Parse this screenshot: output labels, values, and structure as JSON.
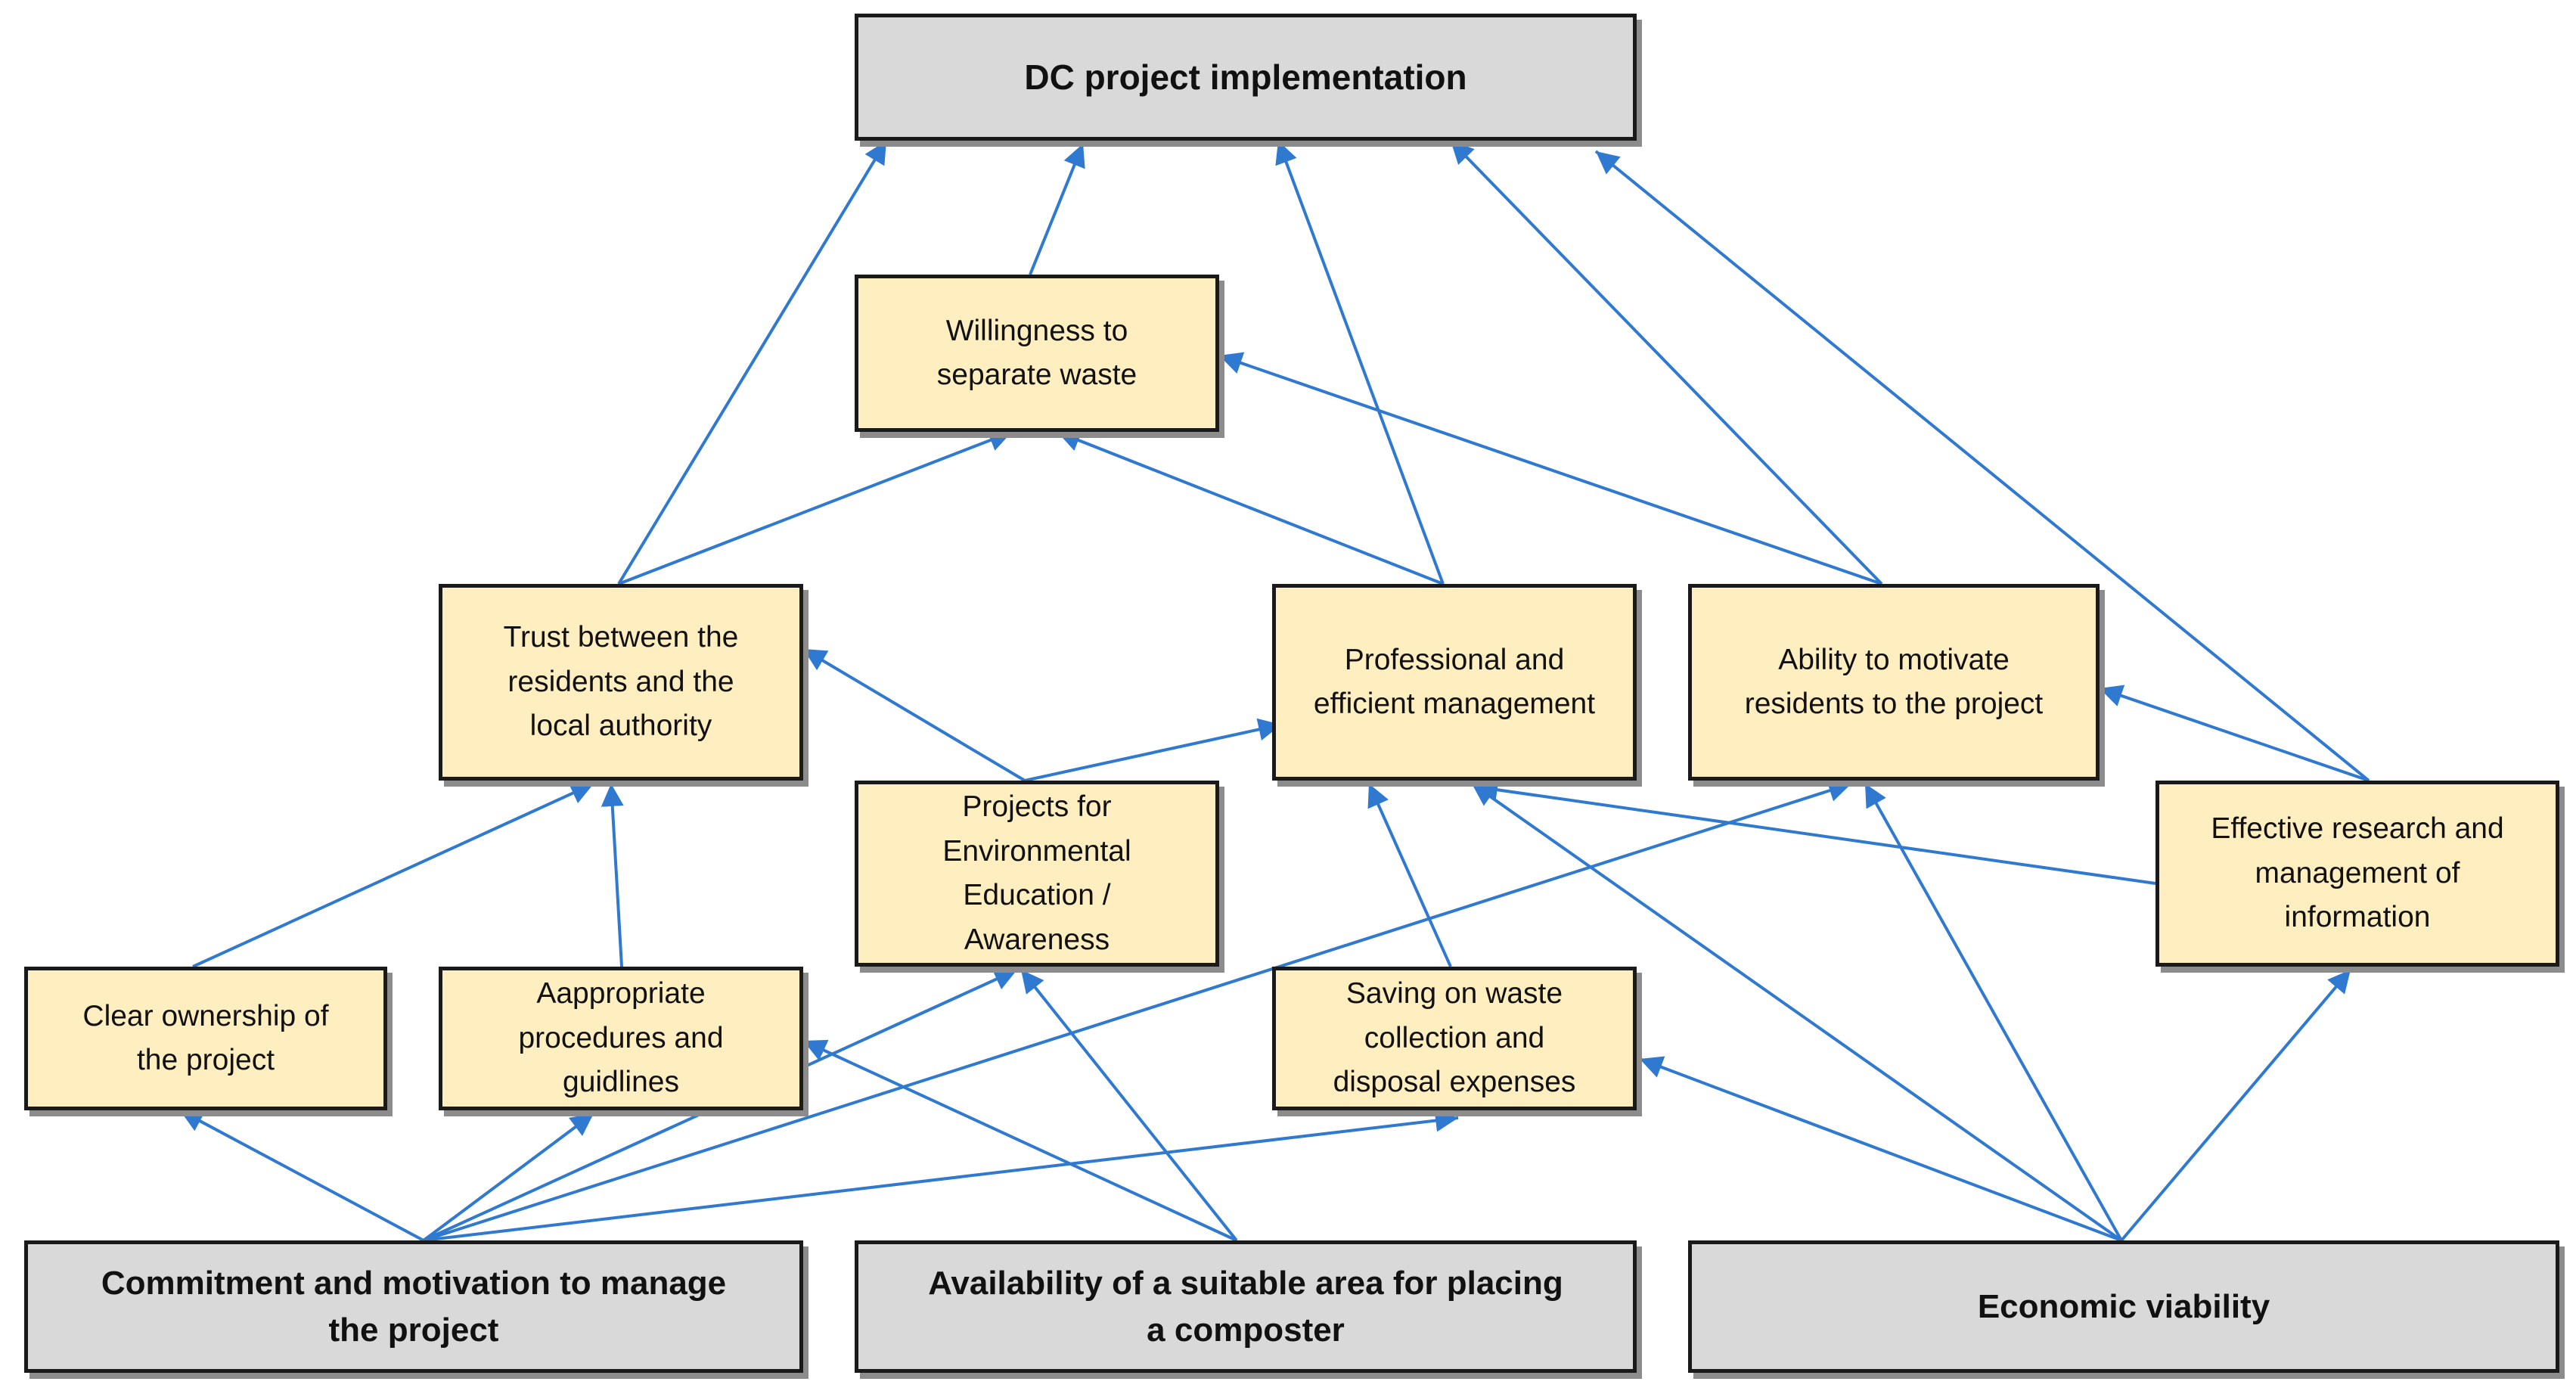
{
  "colors": {
    "gray_box": "#d9d9d9",
    "yellow_box": "#ffeebf",
    "arrow": "#2f79d0",
    "border": "#1a1a1a"
  },
  "nodes": {
    "dc_implementation": "DC project implementation",
    "willingness": "Willingness to\nseparate waste",
    "trust": "Trust between the\nresidents and the\nlocal authority",
    "professional": "Professional and\nefficient management",
    "ability": "Ability to motivate\nresidents to the project",
    "env_education": "Projects for\nEnvironmental\nEducation /\nAwareness",
    "research": "Effective research and\nmanagement of\ninformation",
    "ownership": "Clear ownership  of\nthe project",
    "procedures": "Aappropriate\nprocedures and\nguidlines",
    "saving": "Saving on waste\ncollection and\ndisposal expenses",
    "commitment": "Commitment and motivation to manage\nthe project",
    "area": "Availability of a suitable area for placing\na composter",
    "economic": "Economic viability"
  },
  "edges": [
    {
      "from": "trust",
      "to": "dc_implementation"
    },
    {
      "from": "willingness",
      "to": "dc_implementation"
    },
    {
      "from": "professional",
      "to": "dc_implementation"
    },
    {
      "from": "ability",
      "to": "dc_implementation"
    },
    {
      "from": "research",
      "to": "dc_implementation"
    },
    {
      "from": "trust",
      "to": "willingness"
    },
    {
      "from": "professional",
      "to": "willingness"
    },
    {
      "from": "ability",
      "to": "willingness"
    },
    {
      "from": "env_education",
      "to": "trust"
    },
    {
      "from": "env_education",
      "to": "professional"
    },
    {
      "from": "research",
      "to": "ability"
    },
    {
      "from": "research",
      "to": "professional"
    },
    {
      "from": "ownership",
      "to": "trust"
    },
    {
      "from": "procedures",
      "to": "trust"
    },
    {
      "from": "saving",
      "to": "professional"
    },
    {
      "from": "commitment",
      "to": "ownership"
    },
    {
      "from": "commitment",
      "to": "procedures"
    },
    {
      "from": "commitment",
      "to": "env_education"
    },
    {
      "from": "commitment",
      "to": "saving"
    },
    {
      "from": "commitment",
      "to": "ability"
    },
    {
      "from": "area",
      "to": "env_education"
    },
    {
      "from": "area",
      "to": "procedures"
    },
    {
      "from": "economic",
      "to": "saving"
    },
    {
      "from": "economic",
      "to": "professional"
    },
    {
      "from": "economic",
      "to": "ability"
    },
    {
      "from": "economic",
      "to": "research"
    }
  ]
}
